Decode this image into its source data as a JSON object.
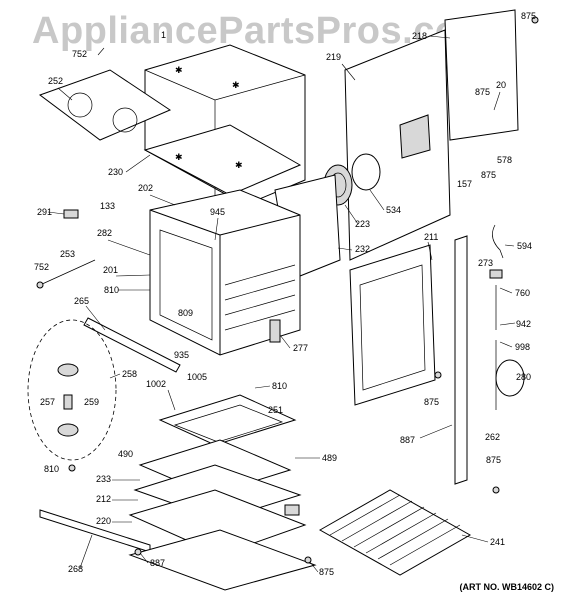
{
  "watermark": "AppliancePartsPros.com",
  "art_number": "(ART NO. WB14602 C)",
  "callouts": [
    "875",
    "218",
    "752",
    "1",
    "252",
    "219",
    "20",
    "875",
    "230",
    "578",
    "157",
    "875",
    "202",
    "945",
    "534",
    "223",
    "291",
    "133",
    "232",
    "211",
    "594",
    "282",
    "253",
    "752",
    "273",
    "201",
    "810",
    "760",
    "809",
    "942",
    "265",
    "277",
    "998",
    "935",
    "258",
    "280",
    "1002",
    "1005",
    "810",
    "257",
    "259",
    "875",
    "251",
    "490",
    "887",
    "262",
    "489",
    "810",
    "875",
    "233",
    "212",
    "220",
    "241",
    "268",
    "887",
    "875"
  ]
}
